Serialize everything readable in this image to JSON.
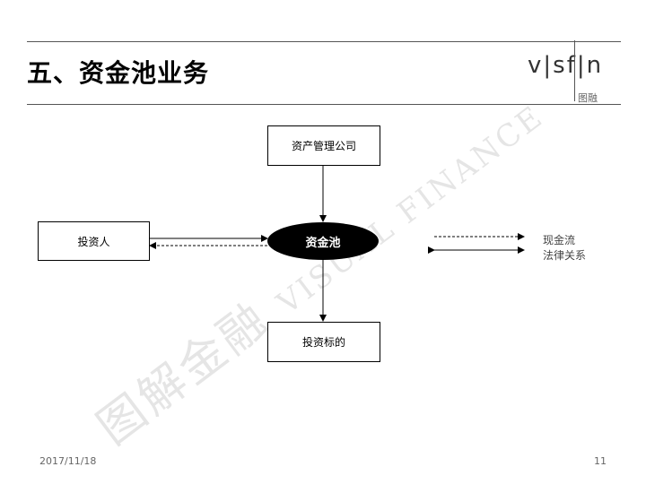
{
  "header": {
    "title": "五、资金池业务"
  },
  "logo": {
    "mark": "v|sf|n",
    "subtitle": "图融"
  },
  "diagram": {
    "nodes": {
      "asset_mgmt": "资产管理公司",
      "investor": "投资人",
      "pool": "资金池",
      "target": "投资标的"
    },
    "legend": {
      "cash_flow": "现金流",
      "legal": "法律关系"
    }
  },
  "watermark": {
    "cn": "图解金融",
    "en": "VISUAL FINANCE"
  },
  "footer": {
    "date": "2017/11/18",
    "page": "11"
  }
}
